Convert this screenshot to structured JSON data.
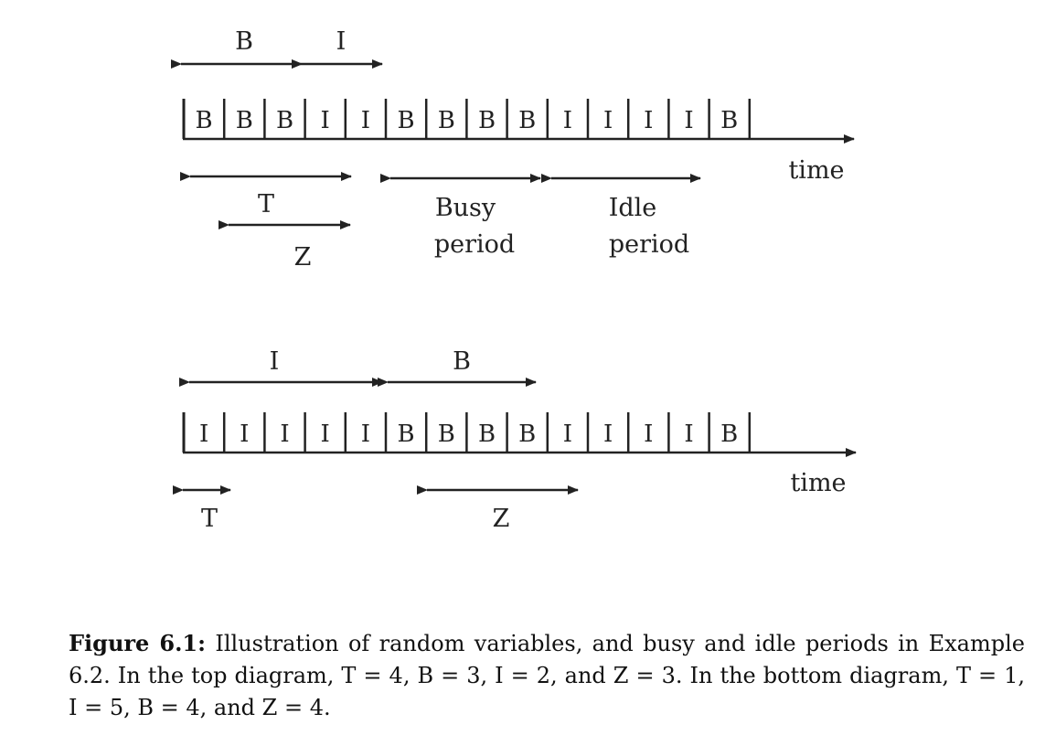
{
  "top": {
    "cells": [
      "B",
      "B",
      "B",
      "I",
      "I",
      "B",
      "B",
      "B",
      "B",
      "I",
      "I",
      "I",
      "I",
      "B"
    ],
    "arrow_labels": {
      "b": "B",
      "i": "I",
      "t": "T",
      "z": "Z"
    },
    "time_label": "time",
    "busy_label": [
      "Busy",
      "period"
    ],
    "idle_label": [
      "Idle",
      "period"
    ]
  },
  "bottom": {
    "cells": [
      "I",
      "I",
      "I",
      "I",
      "I",
      "B",
      "B",
      "B",
      "B",
      "I",
      "I",
      "I",
      "I",
      "B"
    ],
    "arrow_labels": {
      "i": "I",
      "b": "B",
      "t": "T",
      "z": "Z"
    },
    "time_label": "time"
  },
  "caption": {
    "figure_label": "Figure 6.1:",
    "text": "Illustration of random variables, and busy and idle periods in Example 6.2. In the top diagram, T = 4, B = 3, I = 2, and Z = 3. In the bottom diagram, T = 1, I = 5, B = 4, and Z = 4."
  }
}
